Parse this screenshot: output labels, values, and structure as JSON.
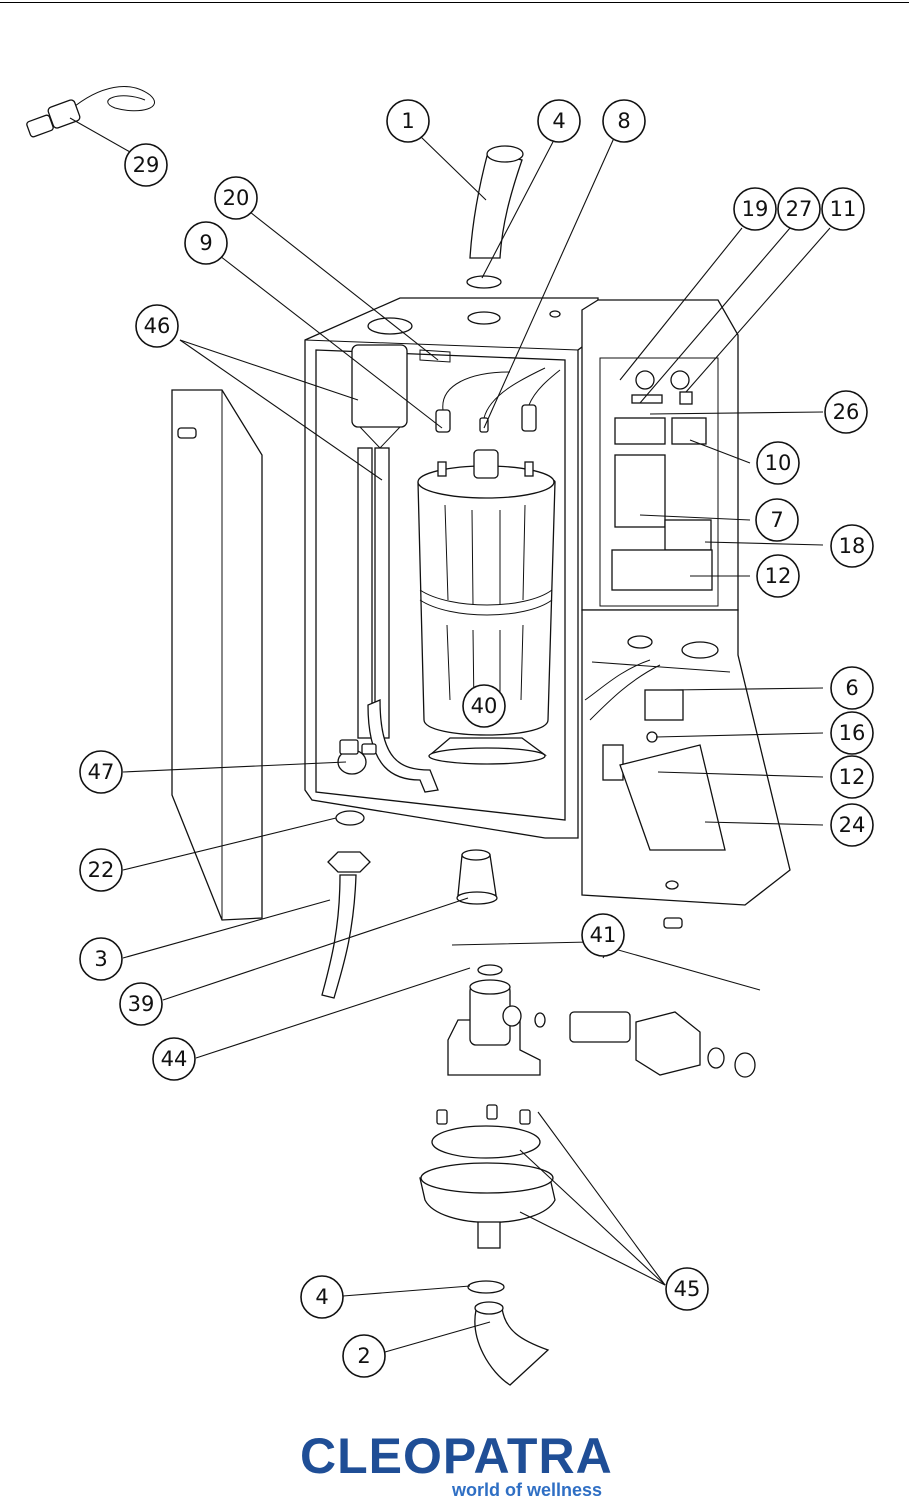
{
  "callouts": [
    {
      "id": "c29",
      "label": "29"
    },
    {
      "id": "c1",
      "label": "1"
    },
    {
      "id": "c4a",
      "label": "4"
    },
    {
      "id": "c8",
      "label": "8"
    },
    {
      "id": "c20",
      "label": "20"
    },
    {
      "id": "c9",
      "label": "9"
    },
    {
      "id": "c46",
      "label": "46"
    },
    {
      "id": "c19",
      "label": "19"
    },
    {
      "id": "c27",
      "label": "27"
    },
    {
      "id": "c11",
      "label": "11"
    },
    {
      "id": "c26",
      "label": "26"
    },
    {
      "id": "c10",
      "label": "10"
    },
    {
      "id": "c7",
      "label": "7"
    },
    {
      "id": "c18",
      "label": "18"
    },
    {
      "id": "c12a",
      "label": "12"
    },
    {
      "id": "c6",
      "label": "6"
    },
    {
      "id": "c40",
      "label": "40"
    },
    {
      "id": "c16",
      "label": "16"
    },
    {
      "id": "c47",
      "label": "47"
    },
    {
      "id": "c12b",
      "label": "12"
    },
    {
      "id": "c24",
      "label": "24"
    },
    {
      "id": "c22",
      "label": "22"
    },
    {
      "id": "c3",
      "label": "3"
    },
    {
      "id": "c41",
      "label": "41"
    },
    {
      "id": "c39",
      "label": "39"
    },
    {
      "id": "c44",
      "label": "44"
    },
    {
      "id": "c4b",
      "label": "4"
    },
    {
      "id": "c45",
      "label": "45"
    },
    {
      "id": "c2",
      "label": "2"
    }
  ],
  "logo": {
    "word": "CLEOPATRA",
    "tagline": "world of wellness",
    "color": "#1f4e96",
    "tag_color": "#2f6fc4"
  }
}
